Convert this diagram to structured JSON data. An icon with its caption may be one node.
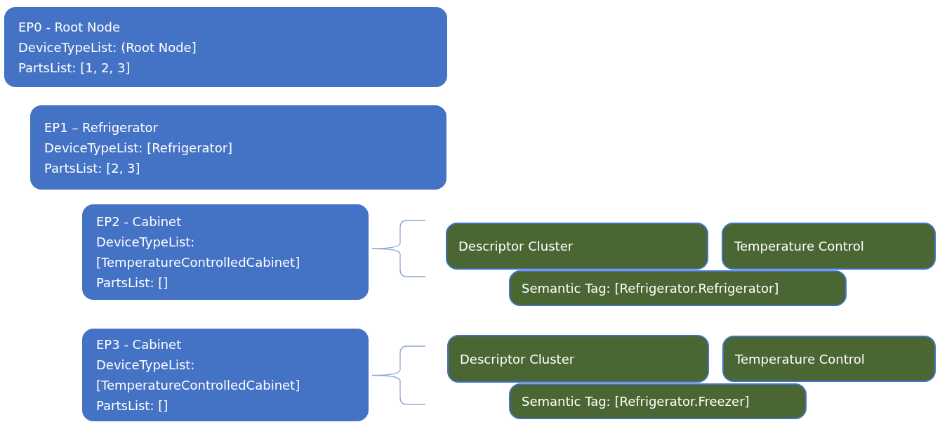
{
  "diagram": {
    "nodes": [
      {
        "text": [
          "EP0 - Root Node",
          "DeviceTypeList: (Root Node]",
          "PartsList: [1, 2, 3]"
        ]
      },
      {
        "text": [
          "EP1 – Refrigerator",
          "DeviceTypeList: [Refrigerator]",
          "PartsList: [2, 3]"
        ]
      },
      {
        "text": [
          "EP2 - Cabinet",
          "DeviceTypeList: [TemperatureControlledCabinet]",
          "PartsList: []"
        ]
      },
      {
        "text": [
          "Descriptor Cluster"
        ]
      },
      {
        "text": [
          "Temperature Control"
        ]
      },
      {
        "text": [
          "Semantic Tag: [Refrigerator.Refrigerator]"
        ]
      },
      {
        "text": [
          "EP3 - Cabinet",
          "DeviceTypeList: [TemperatureControlledCabinet]",
          "PartsList: []"
        ]
      },
      {
        "text": [
          "Descriptor Cluster"
        ]
      },
      {
        "text": [
          "Temperature Control"
        ]
      },
      {
        "text": [
          "Semantic Tag: [Refrigerator.Freezer]"
        ]
      }
    ]
  }
}
